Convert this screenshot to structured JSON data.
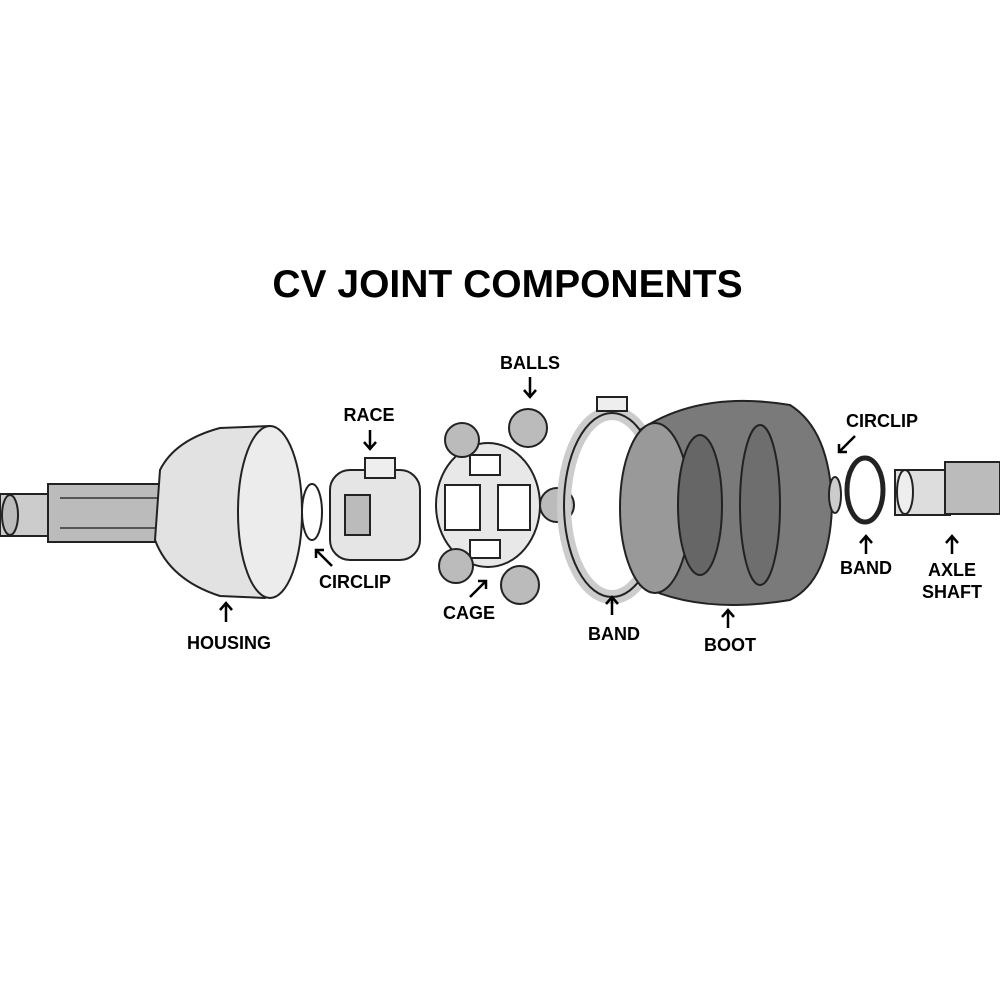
{
  "title": "CV JOINT COMPONENTS",
  "labels": {
    "balls": "BALLS",
    "race": "RACE",
    "circlip_inner": "CIRCLIP",
    "cage": "CAGE",
    "housing": "HOUSING",
    "band_large": "BAND",
    "boot": "BOOT",
    "circlip_outer": "CIRCLIP",
    "band_small": "BAND",
    "axle_shaft_line1": "AXLE",
    "axle_shaft_line2": "SHAFT"
  }
}
